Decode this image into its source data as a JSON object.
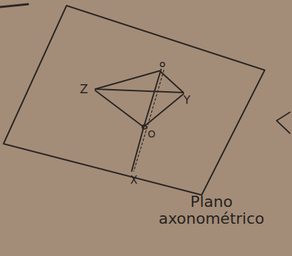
{
  "diagram": {
    "labels": [
      "Z",
      "Y",
      "O",
      "X",
      "Plano axonométrico"
    ]
  }
}
